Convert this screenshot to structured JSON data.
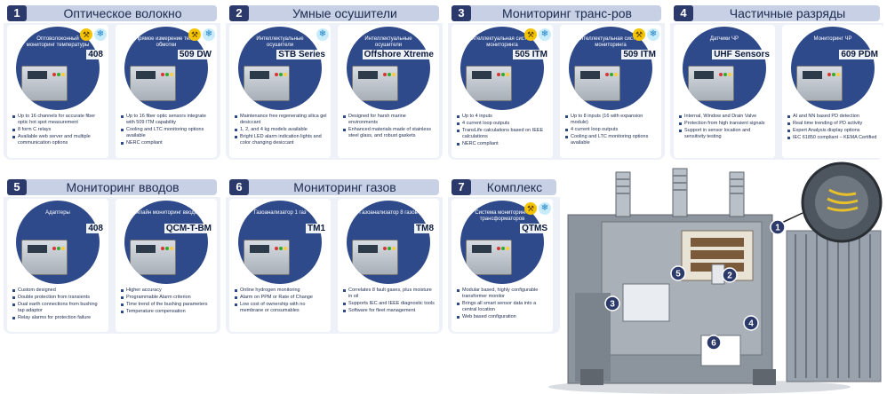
{
  "panels": [
    {
      "number": "1",
      "title": "Оптическое волокно",
      "cards": [
        {
          "circle_label": "Оптоволоконный мониторинг температуры",
          "product": "408",
          "badges": [
            "wrench",
            "snow"
          ],
          "bullets": [
            "Up to 16 channels for accurate fiber optic hot spot measurement",
            "8 form C relays",
            "Available web server and multiple communication options"
          ]
        },
        {
          "circle_label": "Прямое измерение темп. обмотки",
          "product": "509 DW",
          "badges": [
            "wrench",
            "snow"
          ],
          "bullets": [
            "Up to 16 fiber optic sensors integrate with 509 ITM capability",
            "Cooling and LTC monitoring options available",
            "NERC compliant"
          ]
        }
      ]
    },
    {
      "number": "2",
      "title": "Умные осушители",
      "cards": [
        {
          "circle_label": "Интеллектуальные осушители",
          "product": "STB Series",
          "badges": [
            "snow"
          ],
          "bullets": [
            "Maintenance free regenerating silica gel desiccant",
            "1, 2, and 4 kg models available",
            "Bright LED alarm indication lights and color changing desiccant"
          ]
        },
        {
          "circle_label": "Интеллектуальные осушители",
          "product": "Offshore Xtreme",
          "badges": [],
          "bullets": [
            "Designed for harsh marine environments",
            "Enhanced materials made of stainless steel glass, and robust gaskets"
          ]
        }
      ]
    },
    {
      "number": "3",
      "title": "Мониторинг транс-ров",
      "cards": [
        {
          "circle_label": "Интеллектуальная система мониторинга",
          "product": "505 ITM",
          "badges": [
            "wrench",
            "snow"
          ],
          "bullets": [
            "Up to 4 inputs",
            "4 current loop outputs",
            "TransLife calculations based on IEEE calculations",
            "NERC compliant"
          ]
        },
        {
          "circle_label": "Интеллектуальная система мониторинга",
          "product": "509 ITM",
          "badges": [
            "wrench",
            "snow"
          ],
          "bullets": [
            "Up to 8 inputs (16 with expansion module)",
            "4 current loop outputs",
            "Cooling and LTC monitoring options available"
          ]
        }
      ]
    },
    {
      "number": "4",
      "title": "Частичные разряды",
      "cards": [
        {
          "circle_label": "Датчики ЧР",
          "product": "UHF Sensors",
          "badges": [],
          "bullets": [
            "Internal, Window and Drain Valve",
            "Protection from high transient signals",
            "Support in sensor location and sensitivity testing"
          ]
        },
        {
          "circle_label": "Мониторинг ЧР",
          "product": "609 PDM",
          "badges": [],
          "bullets": [
            "AI and NN based PD detection",
            "Real time trending of PD activity",
            "Expert Analysis display options",
            "IEC 61850 compliant – KEMA Certified"
          ]
        }
      ]
    },
    {
      "number": "5",
      "title": "Мониторинг вводов",
      "cards": [
        {
          "circle_label": "Адаптеры",
          "product": "408",
          "badges": [],
          "bullets": [
            "Custom designed",
            "Double protection from transients",
            "Dual earth connections from bushing tap adaptor",
            "Relay alarms for protection failure"
          ]
        },
        {
          "circle_label": "Онлайн мониторинг вводов",
          "product": "QCM-T-BM",
          "badges": [],
          "bullets": [
            "Higher accuracy",
            "Programmable Alarm criterion",
            "Time trend of the bushing parameters",
            "Temperature compensation"
          ]
        }
      ]
    },
    {
      "number": "6",
      "title": "Мониторинг газов",
      "cards": [
        {
          "circle_label": "Газоанализатор 1 газ",
          "product": "TM1",
          "badges": [],
          "bullets": [
            "Online hydrogen monitoring",
            "Alarm on PPM or Rate of Change",
            "Low cost of ownership with no membrane or consumables"
          ]
        },
        {
          "circle_label": "Газоанализатор 8 газов",
          "product": "TM8",
          "badges": [],
          "bullets": [
            "Correlates 8 fault gases, plus moisture in oil",
            "Supports IEC and IEEE diagnostic tools",
            "Software for fleet management"
          ]
        }
      ]
    },
    {
      "number": "7",
      "title": "Комплекс",
      "cards": [
        {
          "circle_label": "Система мониторинга трансформаторов",
          "product": "QTMS",
          "badges": [
            "wrench",
            "snow"
          ],
          "bullets": [
            "Modular based, highly configurable transformer monitor",
            "Brings all smart sensor data into a central location",
            "Web based configuration"
          ]
        }
      ]
    }
  ],
  "transformer_markers": [
    "1",
    "2",
    "3",
    "4",
    "5",
    "6"
  ],
  "colors": {
    "accent": "#2f4a8a",
    "header_bar": "#c7d0e4",
    "number_box": "#2c3a6b",
    "panel_bg": "#eef1f7"
  },
  "icons": {
    "wrench": "wrench-icon",
    "snow": "snowflake-icon"
  }
}
